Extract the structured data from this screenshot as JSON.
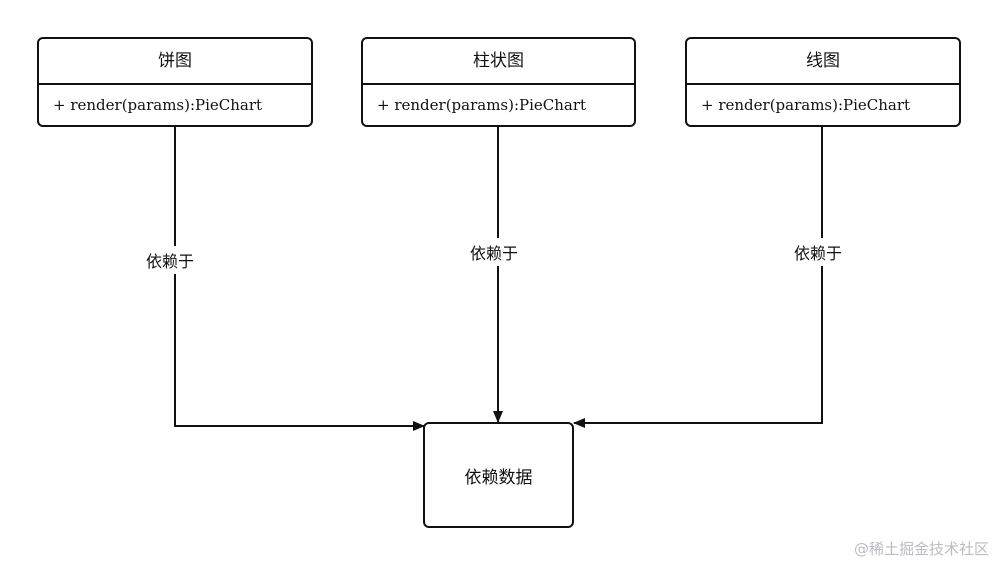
{
  "classes": [
    {
      "name": "饼图",
      "method": "+ render(params):PieChart"
    },
    {
      "name": "柱状图",
      "method": "+ render(params):PieChart"
    },
    {
      "name": "线图",
      "method": "+ render(params):PieChart"
    }
  ],
  "target": {
    "name": "依赖数据"
  },
  "edges": [
    {
      "label": "依赖于"
    },
    {
      "label": "依赖于"
    },
    {
      "label": "依赖于"
    }
  ],
  "watermark": "@稀土掘金技术社区",
  "colors": {
    "stroke": "#111111",
    "watermark": "#b9bcc2"
  }
}
